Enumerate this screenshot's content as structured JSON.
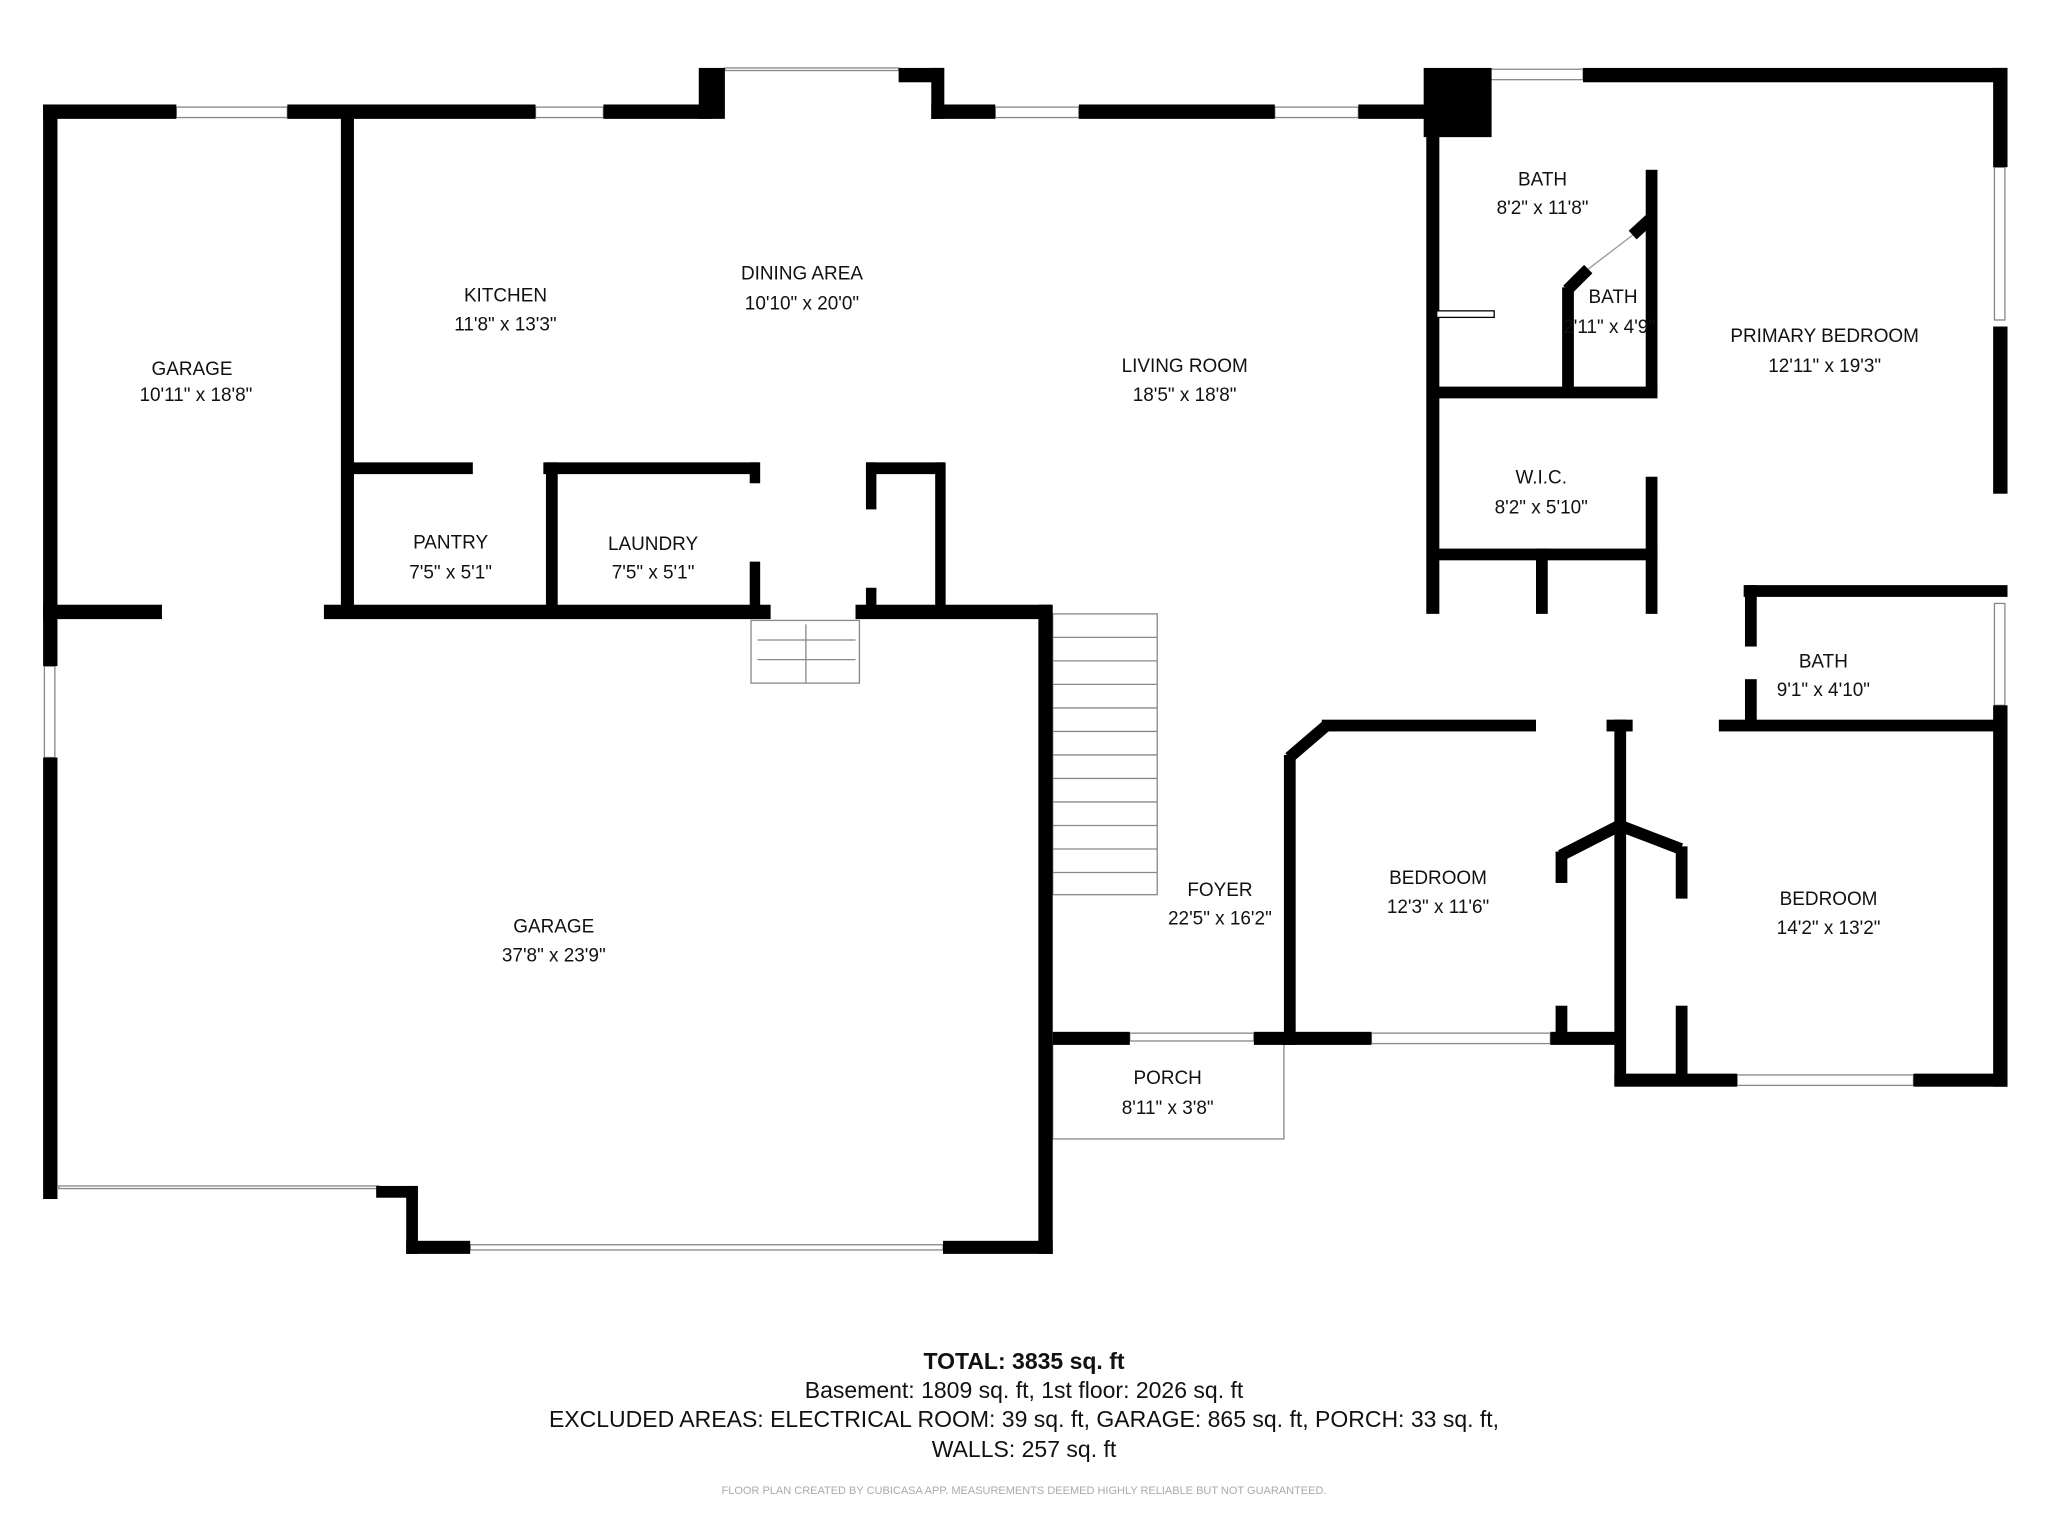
{
  "rooms": [
    {
      "name": "GARAGE",
      "size": "10'11\" x 18'8\""
    },
    {
      "name": "KITCHEN",
      "size": "11'8\" x 13'3\""
    },
    {
      "name": "DINING AREA",
      "size": "10'10\" x 20'0\""
    },
    {
      "name": "LIVING ROOM",
      "size": "18'5\" x 18'8\""
    },
    {
      "name": "BATH",
      "size": "8'2\" x 11'8\""
    },
    {
      "name": "BATH",
      "size": "2'11\" x 4'9\""
    },
    {
      "name": "PRIMARY BEDROOM",
      "size": "12'11\" x 19'3\""
    },
    {
      "name": "W.I.C.",
      "size": "8'2\" x 5'10\""
    },
    {
      "name": "PANTRY",
      "size": "7'5\" x 5'1\""
    },
    {
      "name": "LAUNDRY",
      "size": "7'5\" x 5'1\""
    },
    {
      "name": "BATH",
      "size": "9'1\" x 4'10\""
    },
    {
      "name": "GARAGE",
      "size": "37'8\" x 23'9\""
    },
    {
      "name": "FOYER",
      "size": "22'5\" x 16'2\""
    },
    {
      "name": "BEDROOM",
      "size": "12'3\" x 11'6\""
    },
    {
      "name": "BEDROOM",
      "size": "14'2\" x 13'2\""
    },
    {
      "name": "PORCH",
      "size": "8'11\" x 3'8\""
    }
  ],
  "summary": {
    "total": "TOTAL: 3835 sq. ft",
    "floors": "Basement: 1809 sq. ft, 1st floor: 2026 sq. ft",
    "excluded": "EXCLUDED AREAS: ELECTRICAL ROOM: 39 sq. ft, GARAGE: 865 sq. ft, PORCH: 33 sq. ft,",
    "walls": "WALLS: 257 sq. ft",
    "disclaimer": "FLOOR PLAN CREATED BY CUBICASA APP. MEASUREMENTS DEEMED HIGHLY RELIABLE BUT NOT GUARANTEED."
  },
  "colors": {
    "wall": "#000000",
    "text": "#111111",
    "disclaimer": "#aaaaaa"
  }
}
